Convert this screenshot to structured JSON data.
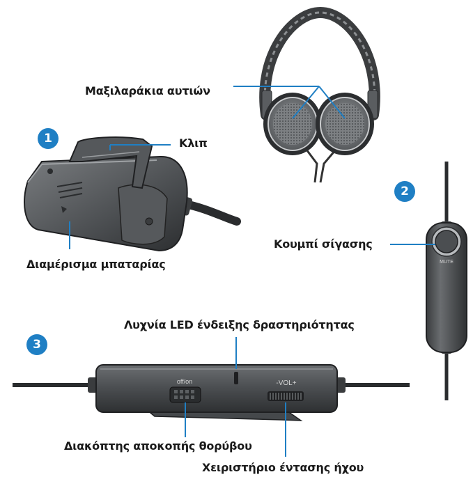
{
  "labels": {
    "ear_cushions": "Μαξιλαράκια αυτιών",
    "clip": "Κλιπ",
    "battery_compartment": "Διαμέρισμα μπαταρίας",
    "mute_button": "Κουμπί σίγασης",
    "activity_led": "Λυχνία LED ένδειξης δραστηριότητας",
    "noise_cancel_switch": "Διακόπτης αποκοπής θορύβου",
    "volume_control": "Χειριστήριο έντασης ήχου"
  },
  "badges": [
    "1",
    "2",
    "3"
  ],
  "device_text": {
    "mute": "MUTE",
    "off_on": "off/on",
    "vol": "-VOL+"
  },
  "colors": {
    "accent": "#1f7fc4",
    "device_body": "#4a4d50",
    "device_dark": "#2b2d2f"
  }
}
